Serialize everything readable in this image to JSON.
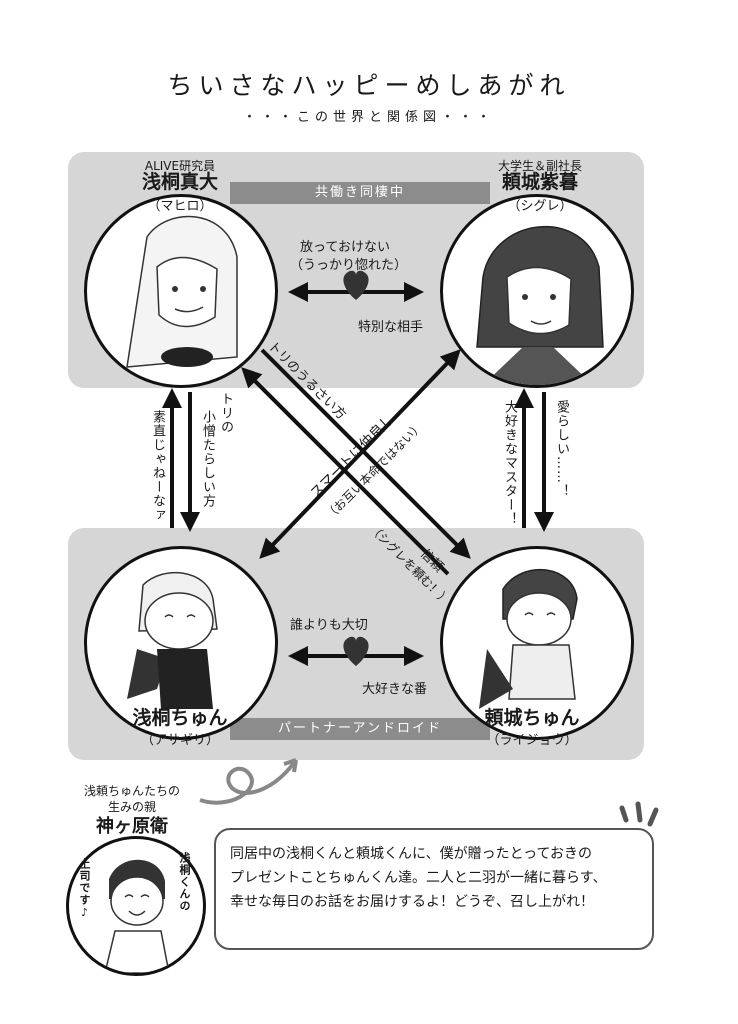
{
  "title": "ちいさなハッピーめしあがれ",
  "subtitle": "・・・この世界と関係図・・・",
  "characters": {
    "mahiro": {
      "role": "ALIVE研究員",
      "name": "浅桐真大",
      "reading": "（マヒロ）"
    },
    "shigure": {
      "role": "大学生＆副社長",
      "name": "頼城紫暮",
      "reading": "（シグレ）"
    },
    "asagiri": {
      "name": "浅桐ちゅん",
      "reading": "（アサギリ）"
    },
    "raijou": {
      "name": "頼城ちゅん",
      "reading": "（ライジョウ）"
    },
    "kamigahara": {
      "caption_line1": "浅頼ちゅんたちの",
      "caption_line2": "生みの親",
      "name": "神ヶ原衛",
      "side_left": "上司です♪",
      "side_right": "浅桐くんの"
    }
  },
  "bands": {
    "top": "共働き同棲中",
    "bottom": "パートナーアンドロイド"
  },
  "relations": {
    "top_mahiro_to_shigure_line1": "放っておけない",
    "top_mahiro_to_shigure_line2": "（うっかり惚れた）",
    "top_shigure_to_mahiro": "特別な相手",
    "bottom_asagiri_to_raijou": "誰よりも大切",
    "bottom_raijou_to_asagiri": "大好きな番",
    "left_asagiri_to_mahiro": "素直じゃねーなァ",
    "left_mahiro_to_asagiri_line1": "トリの",
    "left_mahiro_to_asagiri_line2": "小憎たらしい方",
    "right_raijou_to_shigure": "大好きなマスター！",
    "right_shigure_to_raijou": "愛らしい……！",
    "diag_mahiro_raijou_upper": "トリのうるさい方",
    "diag_raijou_mahiro_line1": "信頼",
    "diag_raijou_mahiro_line2": "（シグレを頼む！）",
    "diag_cross_line1": "スマートに仲良し",
    "diag_cross_line2": "（お互い本命ではない）"
  },
  "message": {
    "line1": "同居中の浅桐くんと頼城くんに、僕が贈ったとっておきの",
    "line2": "プレゼントことちゅんくん達。二人と二羽が一緒に暮らす、",
    "line3": "幸せな毎日のお話をお届けするよ！どうぞ、召し上がれ！"
  },
  "icons": [
    "heart-icon",
    "sparkle-icon",
    "swirl-arrow-icon",
    "emphasis-lines-icon"
  ]
}
